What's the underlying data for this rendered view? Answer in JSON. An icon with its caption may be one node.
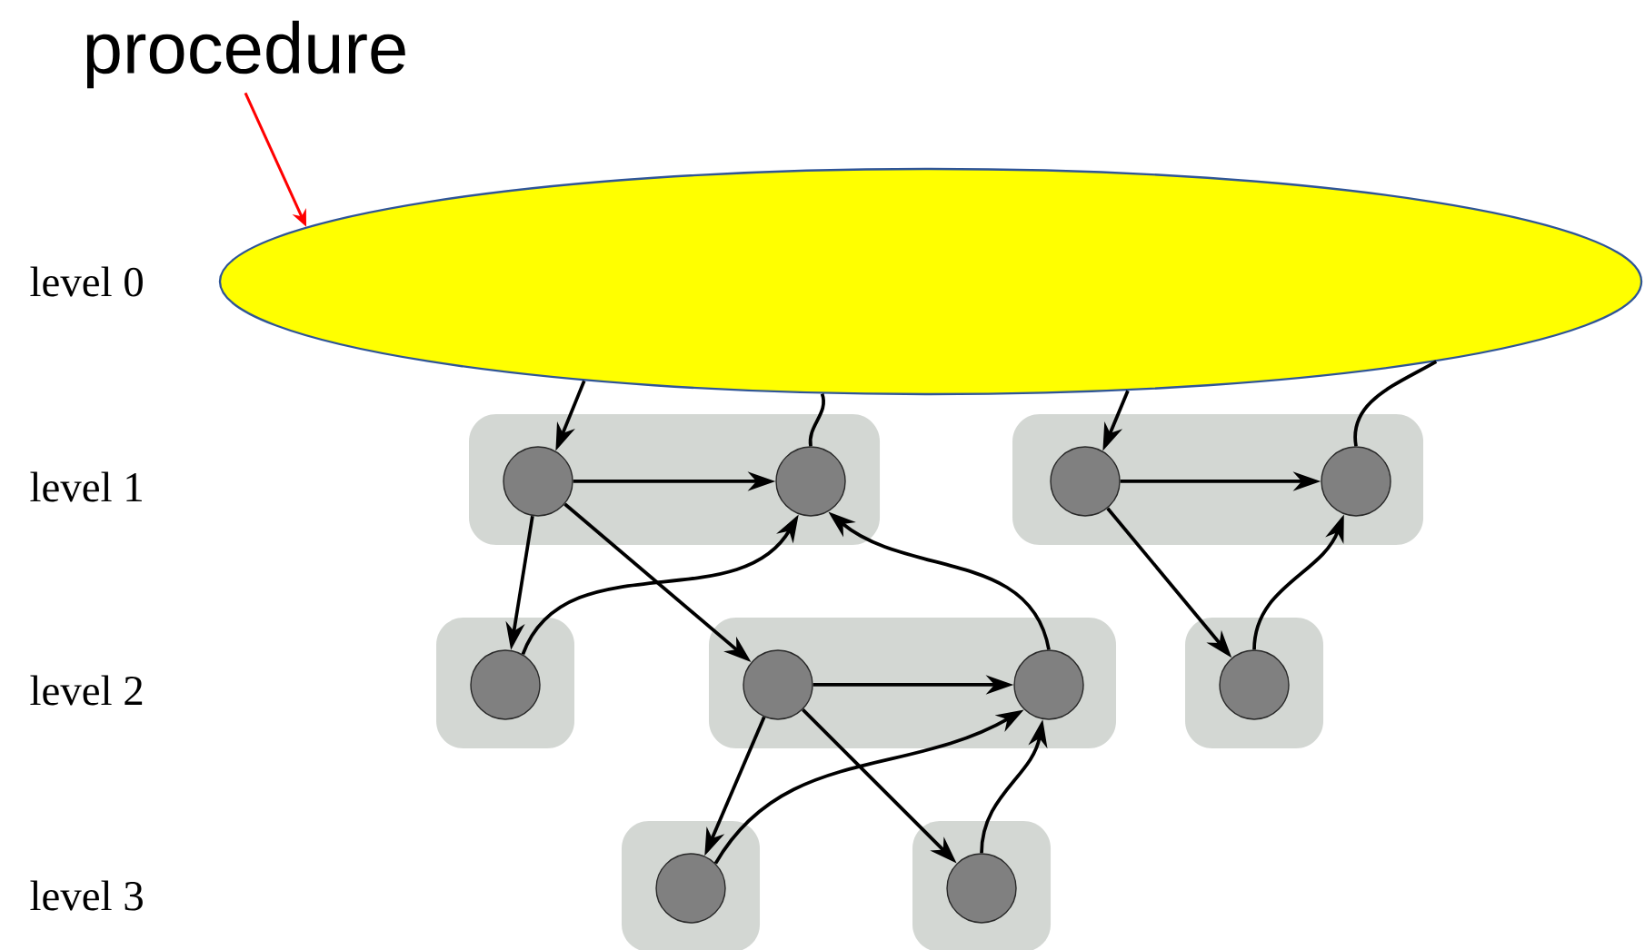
{
  "diagram": {
    "nodes": [
      {
        "text": [
          "procedure"
        ]
      },
      {
        "text": [],
        "shape": "ellipse"
      },
      {
        "text": [],
        "shape": "box"
      },
      {
        "text": [],
        "shape": "circle",
        "in": 2
      },
      {
        "text": [],
        "shape": "circle",
        "in": 2
      },
      {
        "text": [],
        "shape": "box"
      },
      {
        "text": [],
        "shape": "circle",
        "in": 5
      },
      {
        "text": [],
        "shape": "circle",
        "in": 5
      },
      {
        "text": [],
        "shape": "box"
      },
      {
        "text": [],
        "shape": "circle",
        "in": 8
      },
      {
        "text": [],
        "shape": "box"
      },
      {
        "text": [],
        "shape": "circle",
        "in": 10
      },
      {
        "text": [],
        "shape": "circle",
        "in": 10
      },
      {
        "text": [],
        "shape": "box"
      },
      {
        "text": [],
        "shape": "circle",
        "in": 13
      },
      {
        "text": [],
        "shape": "box"
      },
      {
        "text": [],
        "shape": "circle",
        "in": 15
      },
      {
        "text": [],
        "shape": "box"
      },
      {
        "text": [],
        "shape": "circle",
        "in": 17
      }
    ],
    "edges": [
      {
        "from": 0,
        "to": 1,
        "arrow": "to",
        "color": "#ff0000"
      },
      {
        "from": 1,
        "to": 3,
        "arrow": "to"
      },
      {
        "from": 4,
        "to": 1,
        "arrow": "none"
      },
      {
        "from": 3,
        "to": 4,
        "arrow": "to"
      },
      {
        "from": 3,
        "to": 9,
        "arrow": "to"
      },
      {
        "from": 3,
        "to": 11,
        "arrow": "to"
      },
      {
        "from": 9,
        "to": 4,
        "arrow": "to"
      },
      {
        "from": 12,
        "to": 4,
        "arrow": "to"
      },
      {
        "from": 1,
        "to": 6,
        "arrow": "to"
      },
      {
        "from": 7,
        "to": 1,
        "arrow": "none"
      },
      {
        "from": 6,
        "to": 7,
        "arrow": "to"
      },
      {
        "from": 6,
        "to": 14,
        "arrow": "to"
      },
      {
        "from": 14,
        "to": 7,
        "arrow": "to"
      },
      {
        "from": 11,
        "to": 12,
        "arrow": "to"
      },
      {
        "from": 11,
        "to": 16,
        "arrow": "to"
      },
      {
        "from": 11,
        "to": 18,
        "arrow": "to"
      },
      {
        "from": 16,
        "to": 12,
        "arrow": "to"
      },
      {
        "from": 18,
        "to": 12,
        "arrow": "to"
      }
    ],
    "labels": [
      "level 0",
      "level 1",
      "level 2",
      "level 3"
    ]
  }
}
